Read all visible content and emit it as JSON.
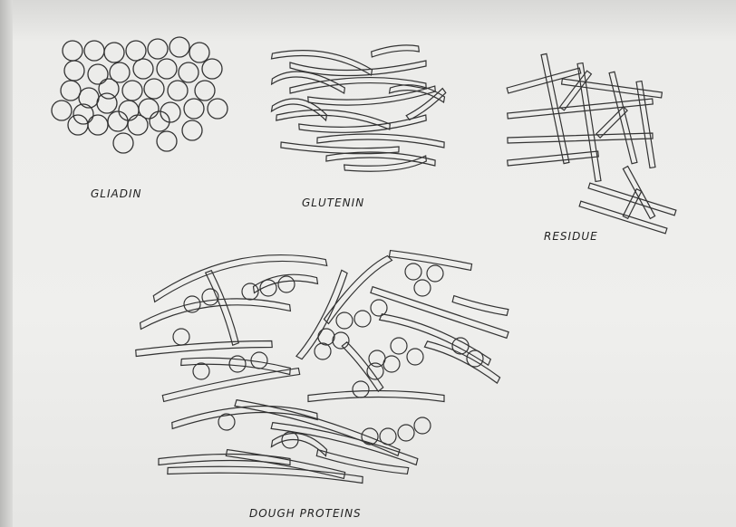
{
  "labels": {
    "gliadin": "GLIADIN",
    "glutenin": "GLUTENIN",
    "residue": "RESIDUE",
    "dough": "DOUGH PROTEINS"
  }
}
